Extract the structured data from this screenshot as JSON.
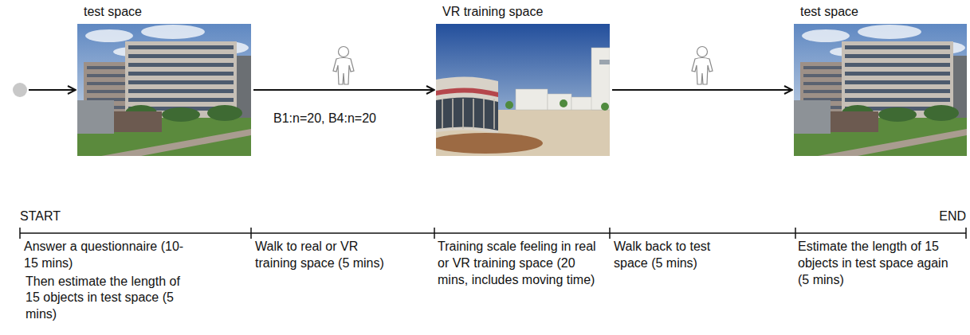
{
  "diagram": {
    "nodes": [
      {
        "text": [
          "test space"
        ]
      },
      {
        "text": [
          "VR training space"
        ]
      },
      {
        "text": [
          "test space"
        ]
      }
    ],
    "edges": [
      {
        "from": 0,
        "to": 1,
        "arrow": "to",
        "label": "B1:n=20, B4:n=20"
      },
      {
        "from": 1,
        "to": 2,
        "arrow": "to"
      }
    ],
    "labels": [
      "START",
      "END",
      "Answer a questionnaire (10-15 mins)",
      "Then estimate the length of 15 objects in test space (5 mins)",
      "Walk to real or VR training space (5 mins)",
      "Training scale feeling in real or VR training space (20 mins, includes moving time)",
      "Walk back to test space (5 mins)",
      "Estimate the length of 15 objects in test space again (5 mins)"
    ]
  }
}
